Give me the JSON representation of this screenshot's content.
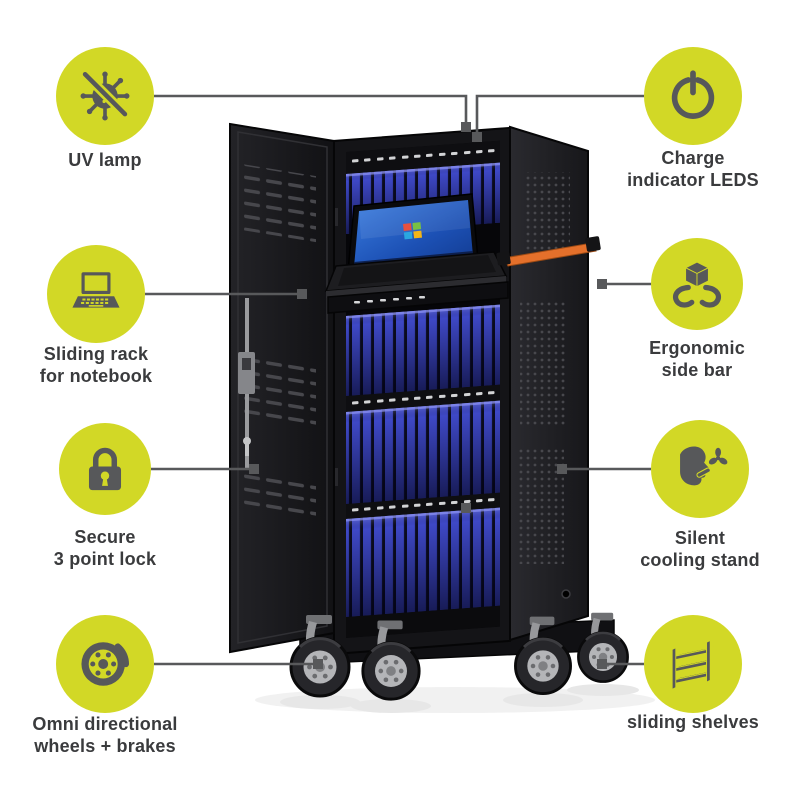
{
  "palette": {
    "accent": "#d2d826",
    "icon_gray": "#57585a",
    "text": "#3a3b3d",
    "cabinet_black": "#141417",
    "tablet_blue": "#3e48c6",
    "handle_orange": "#e4702b"
  },
  "features": {
    "left": [
      {
        "id": "uv-lamp",
        "icon": "virus-crossed-icon",
        "label": "UV lamp"
      },
      {
        "id": "sliding-rack",
        "icon": "laptop-icon",
        "label": "Sliding rack\nfor notebook"
      },
      {
        "id": "secure-lock",
        "icon": "padlock-icon",
        "label": "Secure\n3 point lock"
      },
      {
        "id": "omni-wheels",
        "icon": "wheel-brake-icon",
        "label": "Omni directional\nwheels + brakes"
      }
    ],
    "right": [
      {
        "id": "charge-leds",
        "icon": "power-icon",
        "label": "Charge\nindicator LEDS"
      },
      {
        "id": "ergonomic-bar",
        "icon": "hands-box-icon",
        "label": "Ergonomic\nside bar"
      },
      {
        "id": "silent-cooling",
        "icon": "face-fan-icon",
        "label": "Silent\ncooling stand"
      },
      {
        "id": "sliding-shelves",
        "icon": "shelves-icon",
        "label": "sliding shelves"
      }
    ]
  }
}
